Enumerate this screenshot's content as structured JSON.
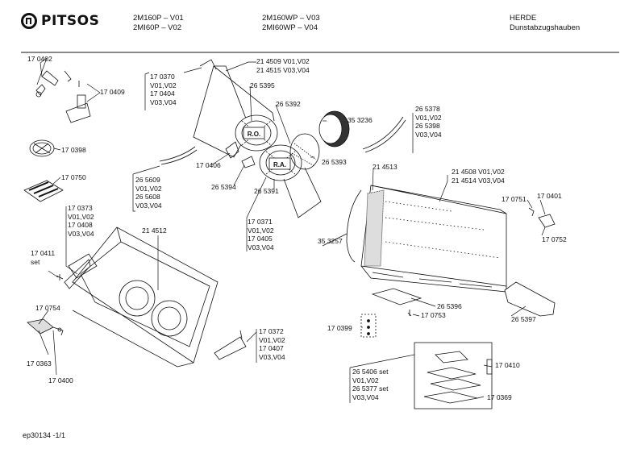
{
  "header": {
    "brand": "PITSOS",
    "models_left": [
      "2M160P – V01",
      "2MI60P  – V02"
    ],
    "models_right": [
      "2M160WP – V03",
      "2MI60WP – V04"
    ],
    "category": [
      "HERDE",
      "Dunstabzugshauben"
    ]
  },
  "footer": {
    "doc_id": "ep30134 -1/1"
  },
  "labels": {
    "p170402": "17 0402",
    "p170409": "17 0409",
    "p170398": "17 0398",
    "p170750": "17 0750",
    "p170373": [
      "17 0373",
      "V01,V02",
      "17 0408",
      "V03,V04"
    ],
    "p170411": [
      "17 0411",
      "set"
    ],
    "p170754": "17 0754",
    "p170363": "17 0363",
    "p170400": "17 0400",
    "p170370": [
      "17 0370",
      "V01,V02",
      "17 0404",
      "V03,V04"
    ],
    "p214509": [
      "21 4509 V01,V02",
      "21 4515 V03,V04"
    ],
    "p265395": "26 5395",
    "p265392": "26 5392",
    "p353236": "35 3236",
    "p265378": [
      "26 5378",
      "V01,V02",
      "26 5398",
      "V03,V04"
    ],
    "p170406": "17 0406",
    "p265393": "26 5393",
    "p265609": [
      "26 5609",
      "V01,V02",
      "26 5608",
      "V03,V04"
    ],
    "p265394": "26 5394",
    "p265391": "26 5391",
    "p214513": "21 4513",
    "p214508": [
      "21 4508 V01,V02",
      "21 4514 V03,V04"
    ],
    "p170751": "17 0751",
    "p170401": "17 0401",
    "p170752": "17 0752",
    "p170371": [
      "17 0371",
      "V01,V02",
      "17 0405",
      "V03,V04"
    ],
    "p214512": "21 4512",
    "p353257": "35 3257",
    "p265396": "26 5396",
    "p170753": "17 0753",
    "p265397": "26 5397",
    "p170399": "17 0399",
    "p170372": [
      "17 0372",
      "V01,V02",
      "17 0407",
      "V03,V04"
    ],
    "p265406": [
      "26 5406 set",
      "V01,V02",
      "26 5377 set",
      "V03,V04"
    ],
    "p170410": "17 0410",
    "p170369": "17 0369",
    "ro_mark": "R.O.",
    "ra_mark": "R.A."
  }
}
